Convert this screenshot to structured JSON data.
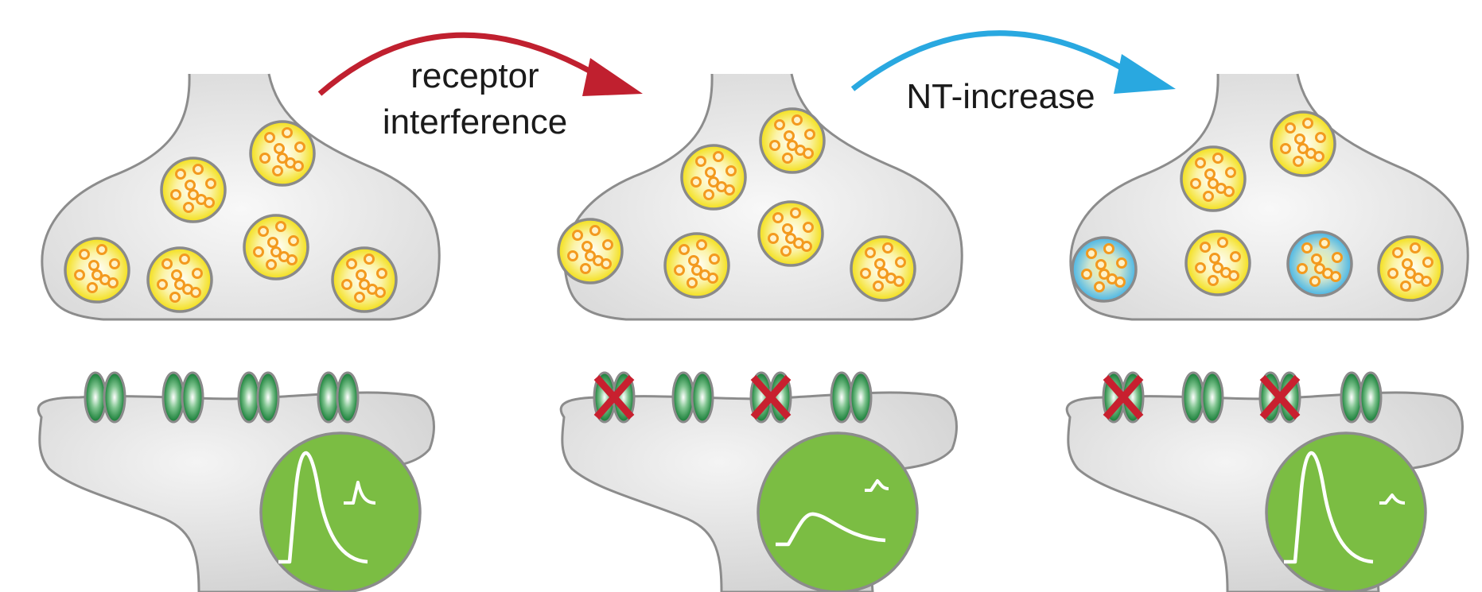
{
  "labels": {
    "step1_line1": "receptor",
    "step1_line2": "interference",
    "step2": "NT-increase"
  },
  "colors": {
    "arrow_step1": "#c0202f",
    "arrow_step2": "#29a8e0",
    "vesicle_fill": "#f5e21a",
    "neurotransmitter": "#f39a1f",
    "receptor": "#1d8a3c",
    "block_mark": "#c8202f",
    "signal_disc": "#7bbd43",
    "cell_fill": "#ececec",
    "outline": "#8c8c8c"
  },
  "icons": {
    "blocked_receptor": "red-x-icon",
    "signal": "epsc-trace-icon"
  },
  "panels": [
    {
      "name": "control",
      "vesicles": [
        {
          "enhanced": false
        },
        {
          "enhanced": false
        },
        {
          "enhanced": false
        },
        {
          "enhanced": false
        },
        {
          "enhanced": false
        },
        {
          "enhanced": false
        }
      ],
      "receptors": [
        {
          "blocked": false
        },
        {
          "blocked": false
        },
        {
          "blocked": false
        },
        {
          "blocked": false
        }
      ]
    },
    {
      "name": "receptor-interference",
      "vesicles": [
        {
          "enhanced": false
        },
        {
          "enhanced": false
        },
        {
          "enhanced": false
        },
        {
          "enhanced": false
        },
        {
          "enhanced": false
        },
        {
          "enhanced": false
        }
      ],
      "receptors": [
        {
          "blocked": true
        },
        {
          "blocked": false
        },
        {
          "blocked": true
        },
        {
          "blocked": false
        }
      ]
    },
    {
      "name": "nt-increase",
      "vesicles": [
        {
          "enhanced": false
        },
        {
          "enhanced": false
        },
        {
          "enhanced": true
        },
        {
          "enhanced": false
        },
        {
          "enhanced": true
        },
        {
          "enhanced": false
        }
      ],
      "receptors": [
        {
          "blocked": true
        },
        {
          "blocked": false
        },
        {
          "blocked": true
        },
        {
          "blocked": false
        }
      ]
    }
  ]
}
